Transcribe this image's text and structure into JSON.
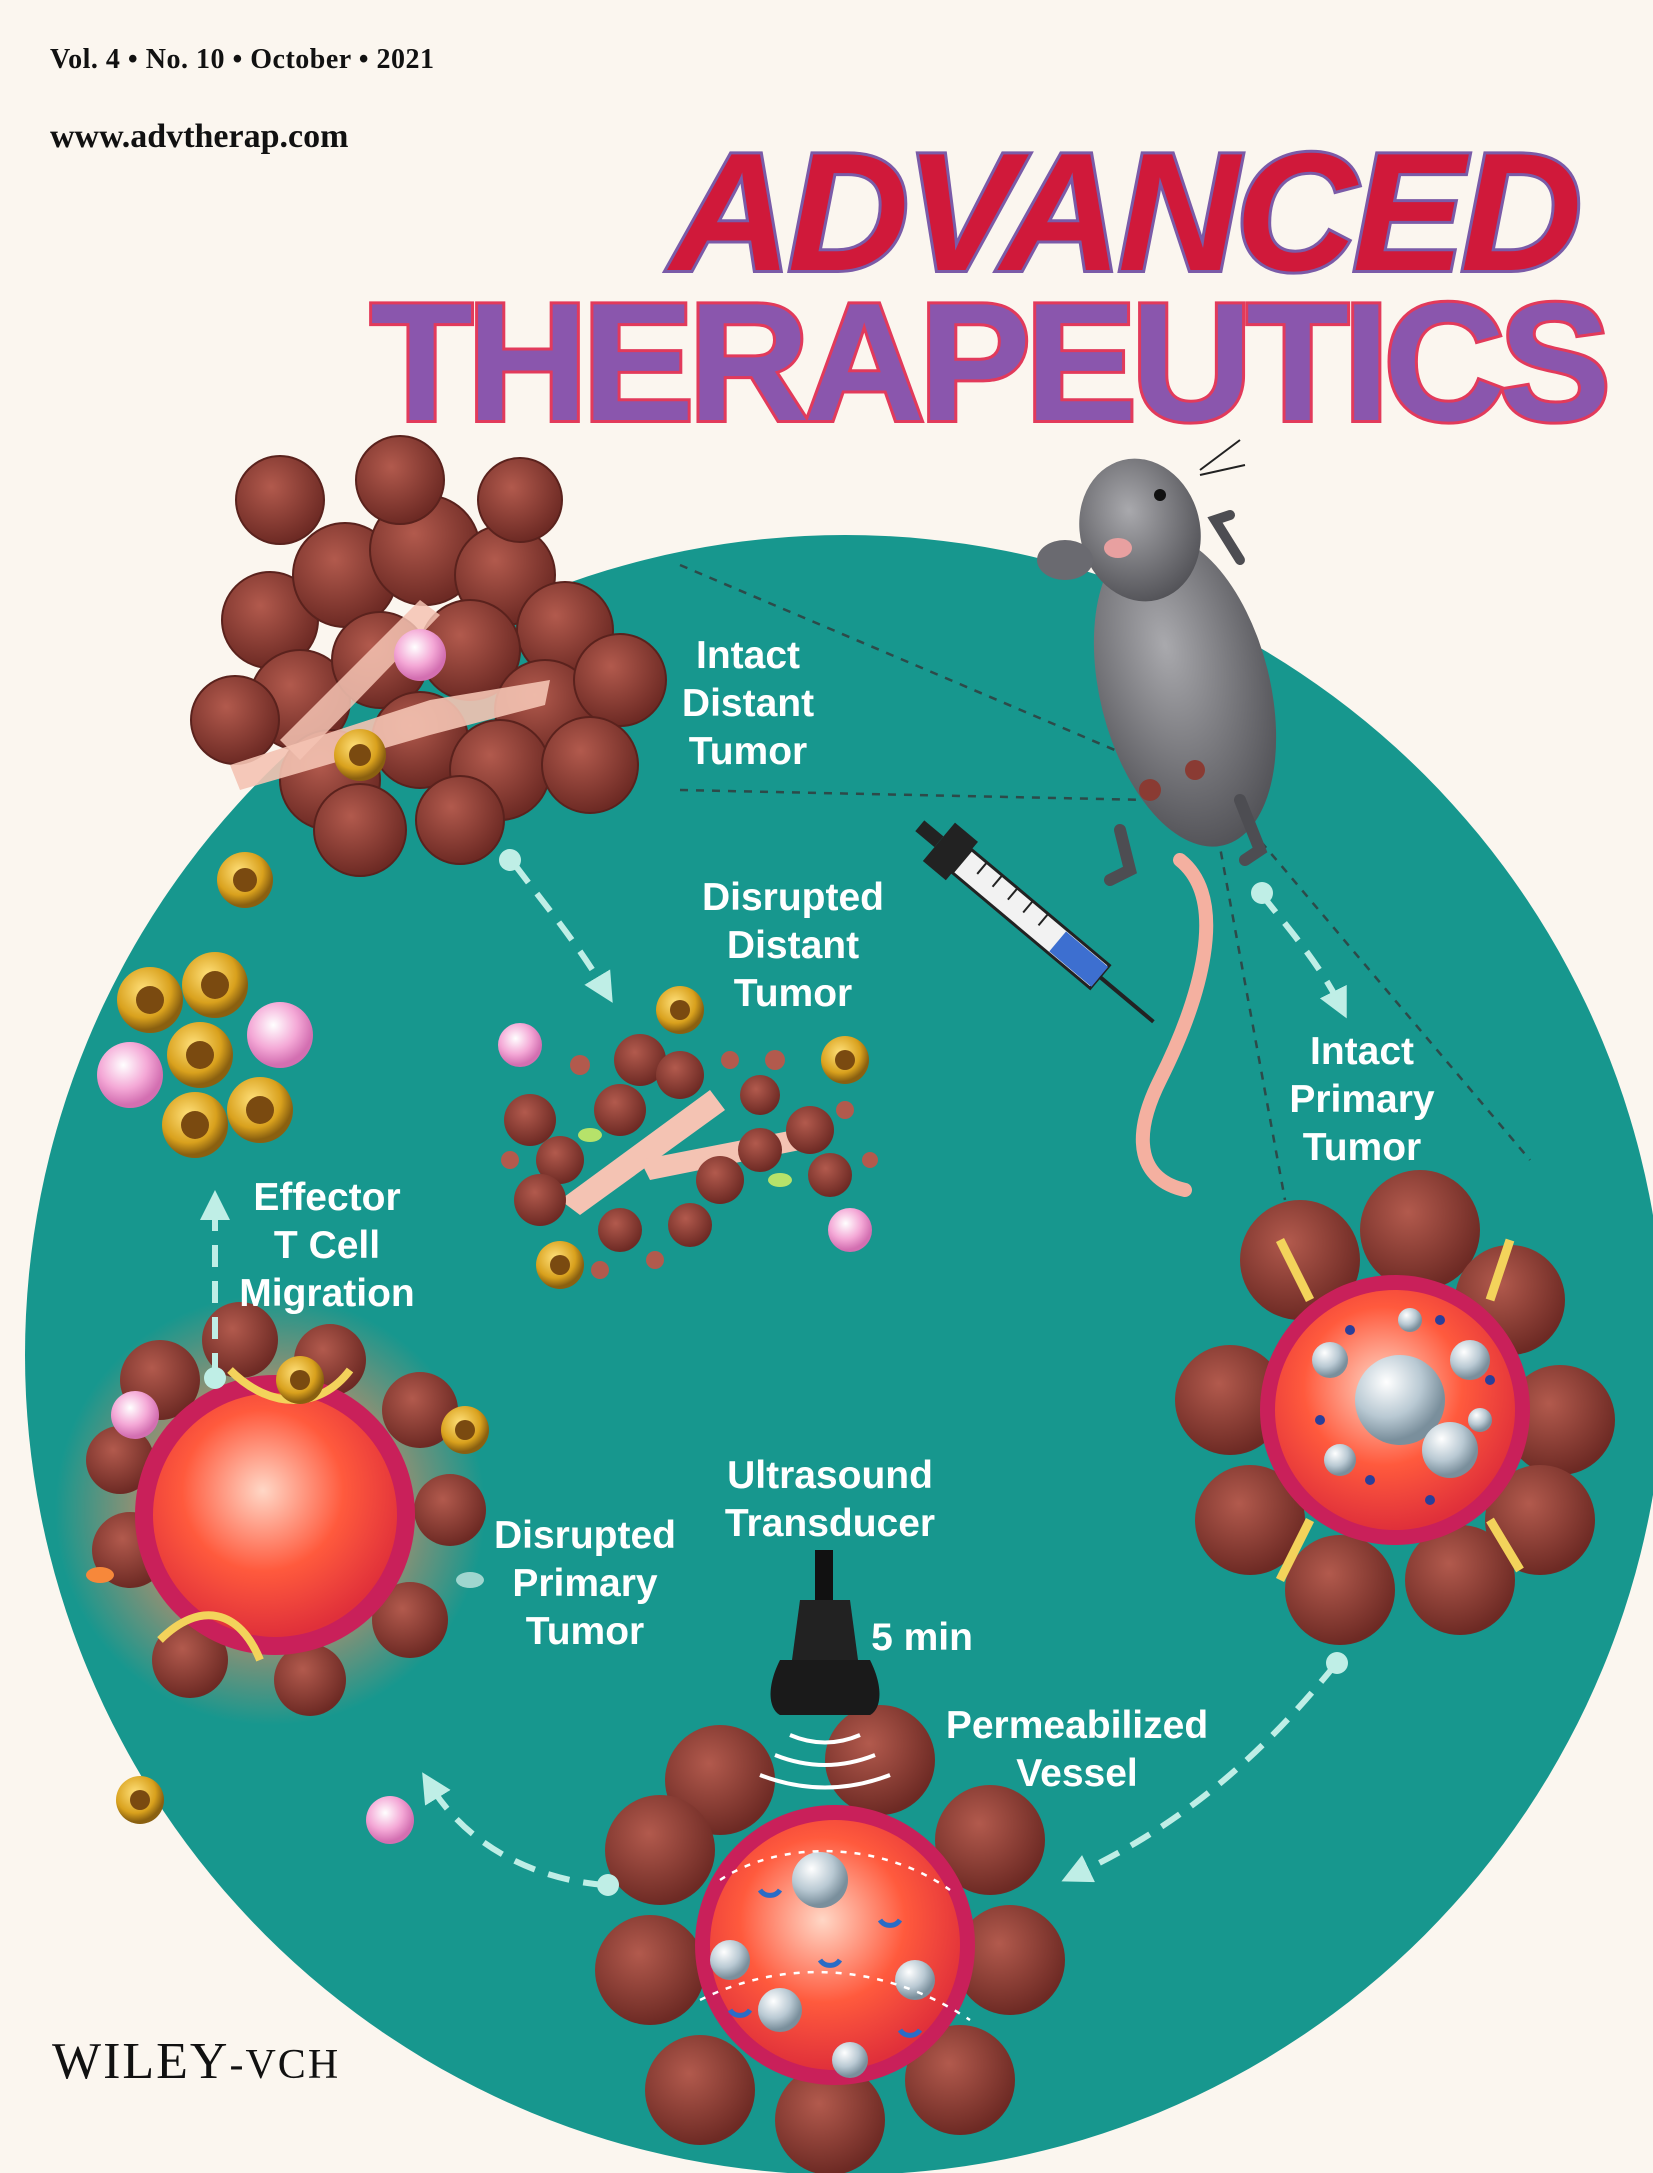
{
  "header": {
    "issue_line": "Vol. 4 • No. 10 • October • 2021",
    "url": "www.advtherap.com"
  },
  "masthead": {
    "line1": "ADVANCED",
    "line2": "THERAPEUTICS"
  },
  "labels": {
    "intact_distant_tumor": [
      "Intact",
      "Distant",
      "Tumor"
    ],
    "disrupted_distant_tumor": [
      "Disrupted",
      "Distant",
      "Tumor"
    ],
    "intact_primary_tumor": [
      "Intact",
      "Primary",
      "Tumor"
    ],
    "effector_t_cell_migration": [
      "Effector",
      "T Cell",
      "Migration"
    ],
    "disrupted_primary_tumor": [
      "Disrupted",
      "Primary",
      "Tumor"
    ],
    "ultrasound_transducer": [
      "Ultrasound",
      "Transducer"
    ],
    "duration": "5 min",
    "permeabilized_vessel": [
      "Permeabilized",
      "Vessel"
    ]
  },
  "publisher": {
    "name": "WILEY",
    "suffix": "-VCH"
  },
  "colors": {
    "background": "#fbf6ef",
    "circle": "#17978e",
    "title_red": "#d0193a",
    "title_purple": "#8a56ad",
    "tumor_cell": "#8a3b33",
    "label_text": "#ffffff"
  }
}
